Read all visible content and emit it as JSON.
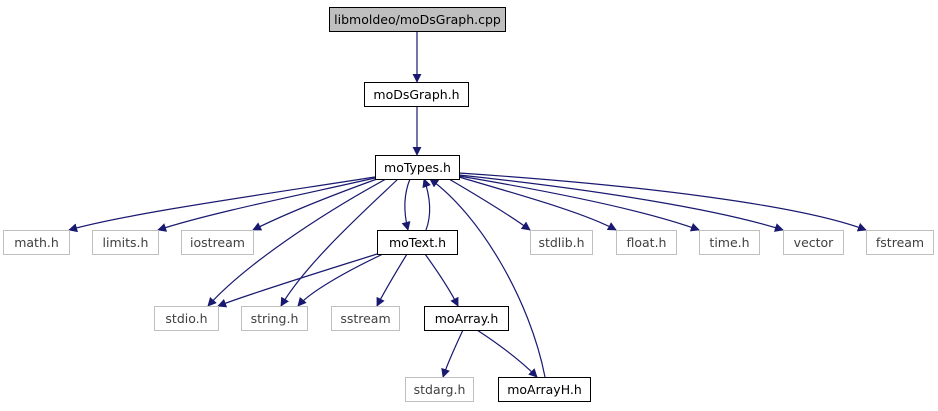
{
  "diagram": {
    "colors": {
      "edge": "#191970",
      "root_fill": "#bfbfbf",
      "project_border": "#000000",
      "system_border": "#bfbfbf",
      "system_text": "#404040",
      "text": "#000000"
    },
    "nodes": [
      {
        "id": "root",
        "label": "libmoldeo/moDsGraph.cpp",
        "kind": "root"
      },
      {
        "id": "dsgraph",
        "label": "moDsGraph.h",
        "kind": "project"
      },
      {
        "id": "types",
        "label": "moTypes.h",
        "kind": "project"
      },
      {
        "id": "math",
        "label": "math.h",
        "kind": "system"
      },
      {
        "id": "limits",
        "label": "limits.h",
        "kind": "system"
      },
      {
        "id": "iostream",
        "label": "iostream",
        "kind": "system"
      },
      {
        "id": "text",
        "label": "moText.h",
        "kind": "project"
      },
      {
        "id": "stdlib",
        "label": "stdlib.h",
        "kind": "system"
      },
      {
        "id": "float",
        "label": "float.h",
        "kind": "system"
      },
      {
        "id": "time",
        "label": "time.h",
        "kind": "system"
      },
      {
        "id": "vector",
        "label": "vector",
        "kind": "system"
      },
      {
        "id": "fstream",
        "label": "fstream",
        "kind": "system"
      },
      {
        "id": "stdio",
        "label": "stdio.h",
        "kind": "system"
      },
      {
        "id": "string",
        "label": "string.h",
        "kind": "system"
      },
      {
        "id": "sstream",
        "label": "sstream",
        "kind": "system"
      },
      {
        "id": "array",
        "label": "moArray.h",
        "kind": "project"
      },
      {
        "id": "stdarg",
        "label": "stdarg.h",
        "kind": "system"
      },
      {
        "id": "arrayh",
        "label": "moArrayH.h",
        "kind": "project"
      }
    ],
    "edges": [
      {
        "from": "root",
        "to": "dsgraph"
      },
      {
        "from": "dsgraph",
        "to": "types"
      },
      {
        "from": "types",
        "to": "math"
      },
      {
        "from": "types",
        "to": "limits"
      },
      {
        "from": "types",
        "to": "iostream"
      },
      {
        "from": "types",
        "to": "text"
      },
      {
        "from": "text",
        "to": "types"
      },
      {
        "from": "types",
        "to": "stdlib"
      },
      {
        "from": "types",
        "to": "float"
      },
      {
        "from": "types",
        "to": "time"
      },
      {
        "from": "types",
        "to": "vector"
      },
      {
        "from": "types",
        "to": "fstream"
      },
      {
        "from": "types",
        "to": "stdio"
      },
      {
        "from": "types",
        "to": "string"
      },
      {
        "from": "text",
        "to": "stdio"
      },
      {
        "from": "text",
        "to": "string"
      },
      {
        "from": "text",
        "to": "sstream"
      },
      {
        "from": "text",
        "to": "array"
      },
      {
        "from": "array",
        "to": "stdarg"
      },
      {
        "from": "array",
        "to": "arrayh"
      },
      {
        "from": "arrayh",
        "to": "types"
      }
    ]
  }
}
